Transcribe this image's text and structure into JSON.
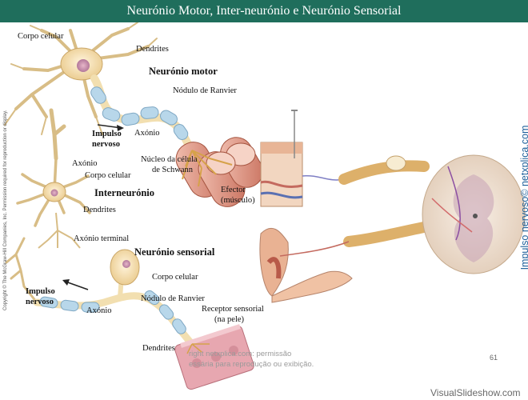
{
  "header": {
    "title": "Neurónio Motor, Inter-neurónio e Neurónio Sensorial"
  },
  "motor": {
    "title": "Neurónio motor",
    "cell_body": "Corpo celular",
    "dendrites": "Dendrites",
    "node": "Nódulo de Ranvier",
    "axon": "Axónio",
    "impulse_1": "Impulso",
    "impulse_2": "nervoso",
    "schwann_1": "Núcleo da célula",
    "schwann_2": "de Schwann",
    "effector_1": "Efector",
    "effector_2": "(músculo)"
  },
  "inter": {
    "title": "Interneurónio",
    "axon": "Axónio",
    "cell_body": "Corpo celular",
    "dendrites": "Dendrites",
    "axon_terminal": "Axónio terminal"
  },
  "sensory": {
    "title": "Neurónio sensorial",
    "cell_body": "Corpo celular",
    "impulse_1": "Impulso",
    "impulse_2": "nervoso",
    "axon": "Axónio",
    "node": "Nódulo de Ranvier",
    "receptor_1": "Receptor sensorial",
    "receptor_2": "(na pele)",
    "dendrites": "Dendrites"
  },
  "copyright": "Copyright © The McGraw-Hill Companies, Inc. Permission required for reproduction or display.",
  "watermark_1": "right netxplica.com: permissão",
  "watermark_2": "essária para reprodução ou exibição.",
  "page_number": "61",
  "side_credit": "Impulso nervoso© netxplica.com",
  "brand": "VisualSlideshow.com",
  "colors": {
    "header": "#1f6e5c",
    "neuron": "#f2dfb0",
    "myelin": "#b8d7ea",
    "muscle": "#e9a38e",
    "credit": "#1d5f9a"
  }
}
